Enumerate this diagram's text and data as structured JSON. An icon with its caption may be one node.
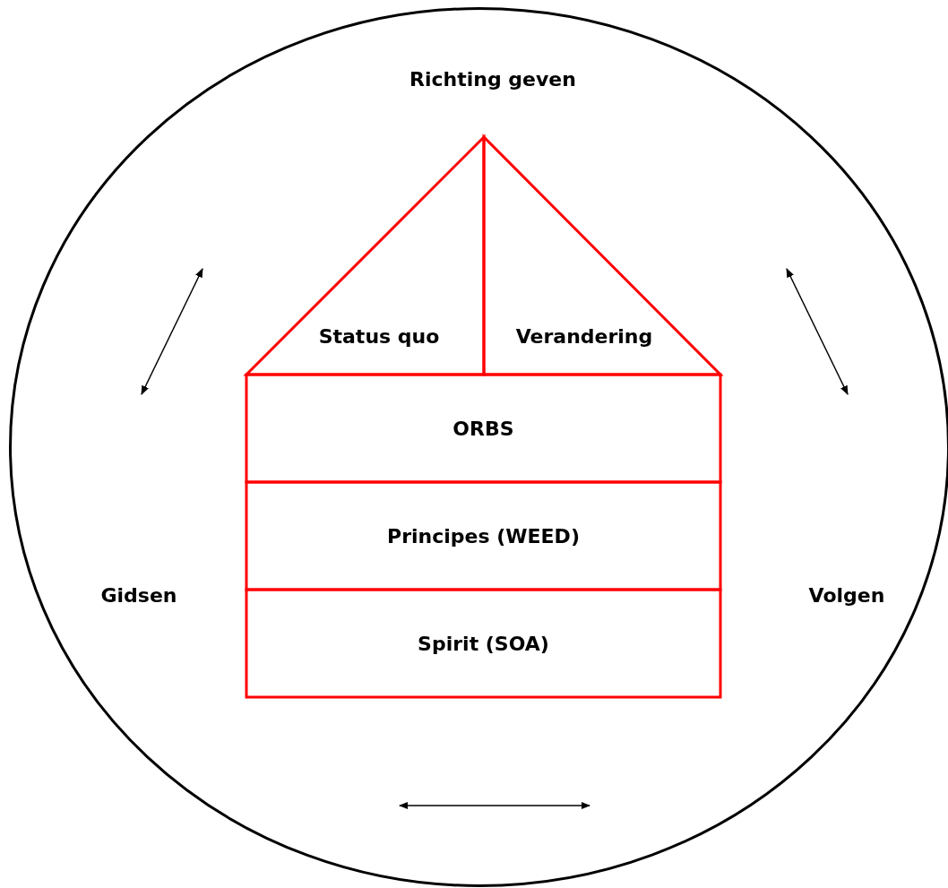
{
  "diagram": {
    "nodes": [
      {
        "text": [],
        "shape": "circle"
      },
      {
        "text": [
          "Richting geven"
        ],
        "in": 0
      },
      {
        "text": [
          "Status quo"
        ],
        "in": 0
      },
      {
        "text": [
          "Verandering"
        ],
        "in": 0
      },
      {
        "text": [
          "ORBS"
        ],
        "in": 0
      },
      {
        "text": [
          "Principes (WEED)"
        ],
        "in": 0
      },
      {
        "text": [
          "Gidsen"
        ],
        "in": 0
      },
      {
        "text": [
          "Volgen"
        ],
        "in": 0
      },
      {
        "text": [
          "Spirit (SOA)"
        ],
        "in": 0
      }
    ]
  }
}
